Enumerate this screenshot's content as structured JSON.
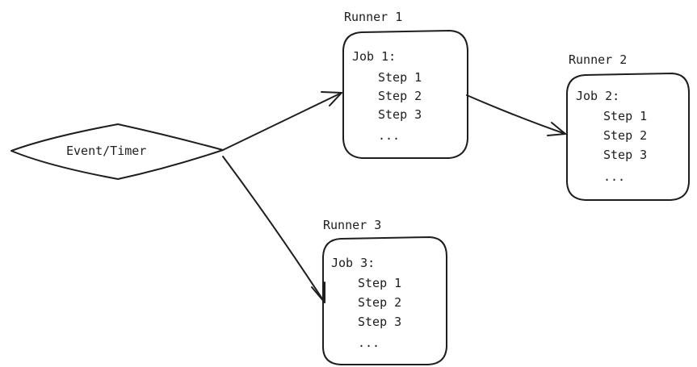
{
  "trigger": {
    "label": "Event/Timer"
  },
  "runners": [
    {
      "title": "Runner 1",
      "job": "Job 1:",
      "steps": [
        "Step 1",
        "Step 2",
        "Step 3",
        "..."
      ]
    },
    {
      "title": "Runner 2",
      "job": "Job 2:",
      "steps": [
        "Step 1",
        "Step 2",
        "Step 3",
        "..."
      ]
    },
    {
      "title": "Runner 3",
      "job": "Job 3:",
      "steps": [
        "Step 1",
        "Step 2",
        "Step 3",
        "..."
      ]
    }
  ],
  "colors": {
    "stroke": "#1e1e1e",
    "background": "#ffffff"
  }
}
